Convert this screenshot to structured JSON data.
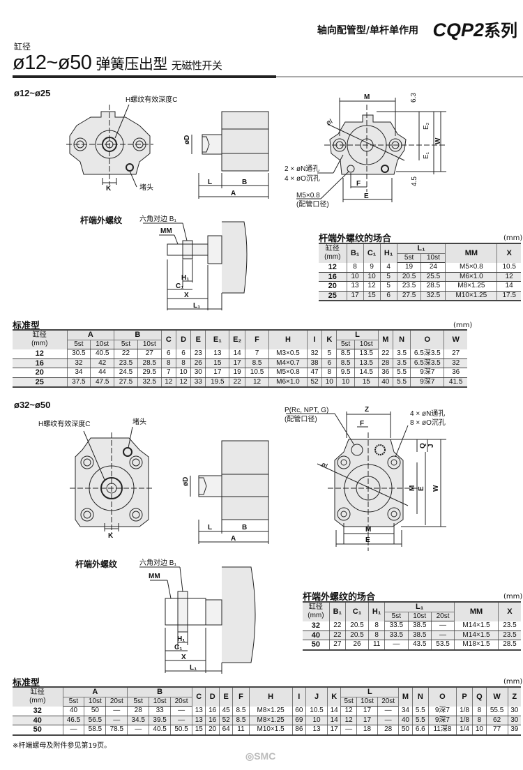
{
  "header": {
    "subtitle": "轴向配管型/单杆单作用",
    "series_model": "CQP2",
    "series_suffix": "系列",
    "bore_label": "缸径",
    "title_range": "ø12~ø50",
    "title_type": "弹簧压出型",
    "title_switch": "无磁性开关"
  },
  "section1": {
    "label": "ø12~ø25",
    "front": {
      "h_thread": "H螺纹有效深度C",
      "k": "K",
      "plug": "堵头"
    },
    "side": {
      "d": "øD",
      "l": "L",
      "b": "B",
      "a": "A"
    },
    "end": {
      "m": "M",
      "dim63": "6.3",
      "e2": "E₂",
      "w": "W",
      "e1": "E₁",
      "dim45": "4.5",
      "i": "øI",
      "n_hole": "2 × øN通孔",
      "o_hole": "4 × øO沉孔",
      "f": "F",
      "e": "E",
      "port": "M5×0.8",
      "port_note": "(配管口径)"
    },
    "rod": {
      "label": "杆端外螺纹",
      "hex": "六角对边 B₁",
      "mm": "MM",
      "h1": "H₁",
      "c1": "C₁",
      "x": "X",
      "l1": "L₁"
    }
  },
  "rod_table_1": {
    "title": "杆端外螺纹的场合",
    "unit": "(mm)",
    "headers": {
      "bore": "缸径",
      "bore_unit": "(mm)",
      "b1": "B₁",
      "c1": "C₁",
      "h1": "H₁",
      "l1": "L₁",
      "st5": "5st",
      "st10": "10st",
      "mm": "MM",
      "x": "X"
    },
    "rows": [
      [
        "12",
        "8",
        "9",
        "4",
        "19",
        "24",
        "M5×0.8",
        "10.5"
      ],
      [
        "16",
        "10",
        "10",
        "5",
        "20.5",
        "25.5",
        "M6×1.0",
        "12"
      ],
      [
        "20",
        "13",
        "12",
        "5",
        "23.5",
        "28.5",
        "M8×1.25",
        "14"
      ],
      [
        "25",
        "17",
        "15",
        "6",
        "27.5",
        "32.5",
        "M10×1.25",
        "17.5"
      ]
    ]
  },
  "std_table_1": {
    "title": "标准型",
    "unit": "(mm)",
    "headers": {
      "bore": "缸径",
      "bore_unit": "(mm)",
      "a": "A",
      "b": "B",
      "st5": "5st",
      "st10": "10st",
      "c": "C",
      "d": "D",
      "e": "E",
      "e1": "E₁",
      "e2": "E₂",
      "f": "F",
      "h": "H",
      "i": "I",
      "k": "K",
      "l": "L",
      "m": "M",
      "n": "N",
      "o": "O",
      "w": "W"
    },
    "rows": [
      [
        "12",
        "30.5",
        "40.5",
        "22",
        "27",
        "6",
        "6",
        "23",
        "13",
        "14",
        "7",
        "M3×0.5",
        "32",
        "5",
        "8.5",
        "13.5",
        "22",
        "3.5",
        "6.5深3.5",
        "27"
      ],
      [
        "16",
        "32",
        "42",
        "23.5",
        "28.5",
        "8",
        "8",
        "26",
        "15",
        "17",
        "8.5",
        "M4×0.7",
        "38",
        "6",
        "8.5",
        "13.5",
        "28",
        "3.5",
        "6.5深3.5",
        "32"
      ],
      [
        "20",
        "34",
        "44",
        "24.5",
        "29.5",
        "7",
        "10",
        "30",
        "17",
        "19",
        "10.5",
        "M5×0.8",
        "47",
        "8",
        "9.5",
        "14.5",
        "36",
        "5.5",
        "9深7",
        "36"
      ],
      [
        "25",
        "37.5",
        "47.5",
        "27.5",
        "32.5",
        "12",
        "12",
        "33",
        "19.5",
        "22",
        "12",
        "M6×1.0",
        "52",
        "10",
        "10",
        "15",
        "40",
        "5.5",
        "9深7",
        "41.5"
      ]
    ]
  },
  "section2": {
    "label": "ø32~ø50",
    "front": {
      "h_thread": "H螺纹有效深度C",
      "plug": "堵头",
      "k": "K"
    },
    "side": {
      "d": "øD",
      "l": "L",
      "b": "B",
      "a": "A"
    },
    "end": {
      "port": "P(Rc, NPT, G)",
      "port_note": "(配管口径)",
      "z": "Z",
      "f": "F",
      "n_hole": "4 × øN通孔",
      "o_hole": "8 × øO沉孔",
      "q": "Q",
      "j": "J",
      "i": "øI",
      "m_v": "M",
      "e_v": "E",
      "w": "W",
      "m": "M",
      "e": "E"
    },
    "rod": {
      "label": "杆端外螺纹",
      "hex": "六角对边 B₁",
      "mm": "MM",
      "h1": "H₁",
      "c1": "C₁",
      "x": "X",
      "l1": "L₁"
    }
  },
  "rod_table_2": {
    "title": "杆端外螺纹的场合",
    "unit": "(mm)",
    "headers": {
      "bore": "缸径",
      "bore_unit": "(mm)",
      "b1": "B₁",
      "c1": "C₁",
      "h1": "H₁",
      "l1": "L₁",
      "st5": "5st",
      "st10": "10st",
      "st20": "20st",
      "mm": "MM",
      "x": "X"
    },
    "rows": [
      [
        "32",
        "22",
        "20.5",
        "8",
        "33.5",
        "38.5",
        "—",
        "M14×1.5",
        "23.5"
      ],
      [
        "40",
        "22",
        "20.5",
        "8",
        "33.5",
        "38.5",
        "—",
        "M14×1.5",
        "23.5"
      ],
      [
        "50",
        "27",
        "26",
        "11",
        "—",
        "43.5",
        "53.5",
        "M18×1.5",
        "28.5"
      ]
    ]
  },
  "std_table_2": {
    "title": "标准型",
    "unit": "(mm)",
    "headers": {
      "bore": "缸径",
      "bore_unit": "(mm)",
      "a": "A",
      "b": "B",
      "st5": "5st",
      "st10": "10st",
      "st20": "20st",
      "c": "C",
      "d": "D",
      "e": "E",
      "f": "F",
      "h": "H",
      "i": "I",
      "j": "J",
      "k": "K",
      "l": "L",
      "m": "M",
      "n": "N",
      "o": "O",
      "p": "P",
      "q": "Q",
      "w": "W",
      "z": "Z"
    },
    "rows": [
      [
        "32",
        "40",
        "50",
        "—",
        "28",
        "33",
        "—",
        "13",
        "16",
        "45",
        "8.5",
        "M8×1.25",
        "60",
        "10.5",
        "14",
        "12",
        "17",
        "—",
        "34",
        "5.5",
        "9深7",
        "1/8",
        "8",
        "55.5",
        "30"
      ],
      [
        "40",
        "46.5",
        "56.5",
        "—",
        "34.5",
        "39.5",
        "—",
        "13",
        "16",
        "52",
        "8.5",
        "M8×1.25",
        "69",
        "10",
        "14",
        "12",
        "17",
        "—",
        "40",
        "5.5",
        "9深7",
        "1/8",
        "8",
        "62",
        "30"
      ],
      [
        "50",
        "—",
        "58.5",
        "78.5",
        "—",
        "40.5",
        "50.5",
        "15",
        "20",
        "64",
        "11",
        "M10×1.5",
        "86",
        "13",
        "17",
        "—",
        "18",
        "28",
        "50",
        "6.6",
        "11深8",
        "1/4",
        "10",
        "77",
        "39"
      ]
    ]
  },
  "footnote": "※杆端螺母及附件参见第19页。",
  "logo": "SMC"
}
